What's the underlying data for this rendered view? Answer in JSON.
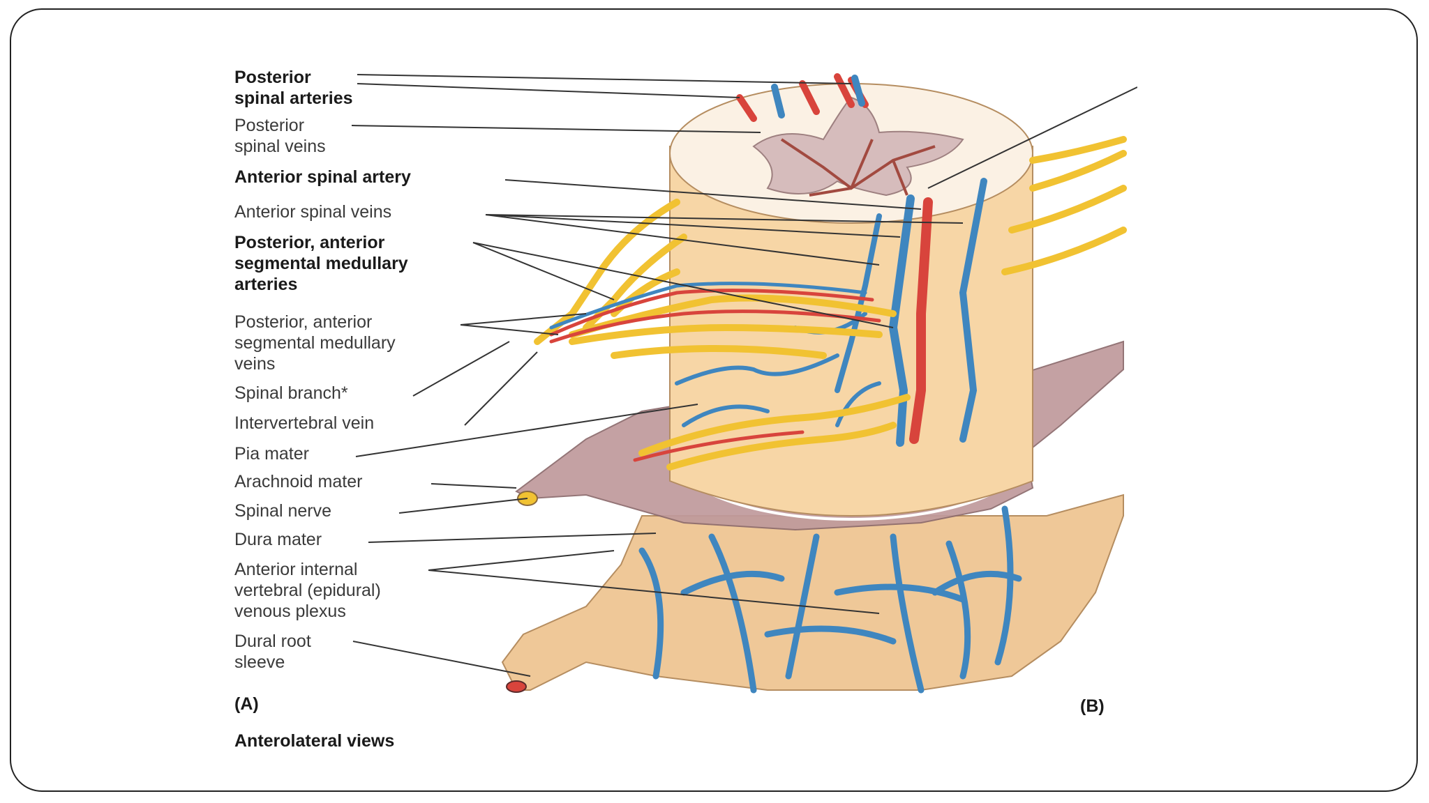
{
  "figure": {
    "labels": {
      "posterior_spinal_arteries": [
        "Posterior",
        "spinal arteries"
      ],
      "posterior_spinal_veins": [
        "Posterior",
        "spinal veins"
      ],
      "anterior_spinal_artery": "Anterior spinal artery",
      "anterior_spinal_veins": "Anterior spinal veins",
      "segmental_medullary_arteries": [
        "Posterior, anterior",
        "segmental medullary",
        "arteries"
      ],
      "segmental_medullary_veins": [
        "Posterior, anterior",
        "segmental medullary",
        "veins"
      ],
      "spinal_branch": "Spinal branch*",
      "intervertebral_vein": "Intervertebral vein",
      "pia_mater": "Pia mater",
      "arachnoid_mater": "Arachnoid mater",
      "spinal_nerve": "Spinal nerve",
      "dura_mater": "Dura mater",
      "anterior_internal_plexus": [
        "Anterior internal",
        "vertebral (epidural)",
        "venous plexus"
      ],
      "dural_root_sleeve": [
        "Dural root",
        "sleeve"
      ]
    },
    "panel_a": "(A)",
    "panel_b": "(B)",
    "caption": "Anterolateral views"
  },
  "colors": {
    "cord": "#f7d6a6",
    "cord_top": "#fbf1e4",
    "gray_matter": "#d6bcbc",
    "dura": "#efc898",
    "arachnoid": "#bf9a9c",
    "vein": "#3f86bf",
    "artery": "#d8443c",
    "nerve": "#f1c232",
    "leader": "#333333"
  }
}
